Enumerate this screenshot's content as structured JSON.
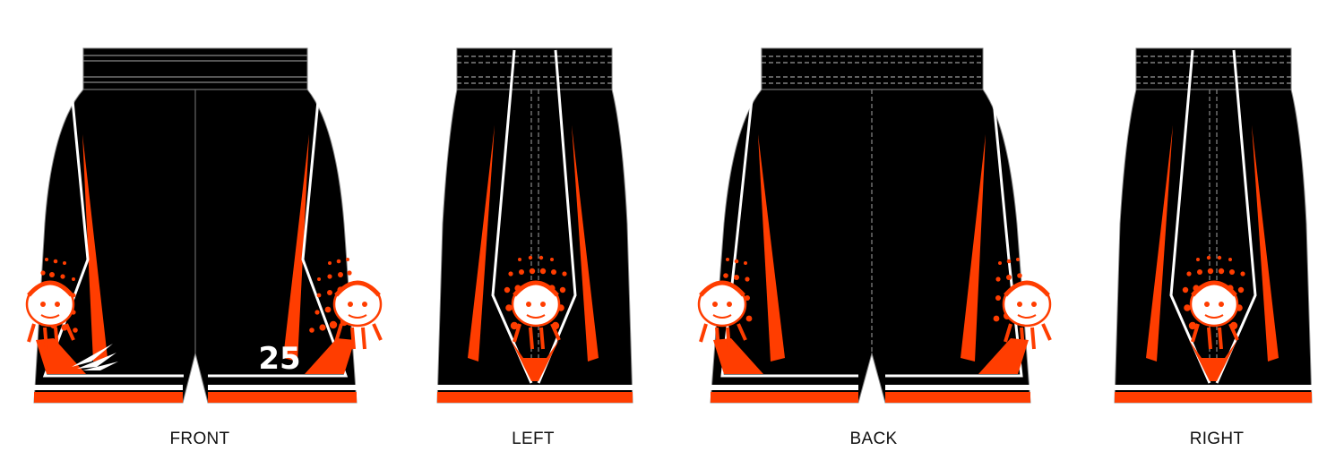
{
  "colors": {
    "body": "#000000",
    "accent": "#ff3d00",
    "trim": "#ffffff",
    "outline": "#777777",
    "background": "#ffffff"
  },
  "views": [
    {
      "label": "FRONT",
      "number": "25",
      "logo": "brand-logo-icon"
    },
    {
      "label": "LEFT"
    },
    {
      "label": "BACK"
    },
    {
      "label": "RIGHT"
    }
  ],
  "mascot": {
    "icon": "mascot-icon"
  }
}
